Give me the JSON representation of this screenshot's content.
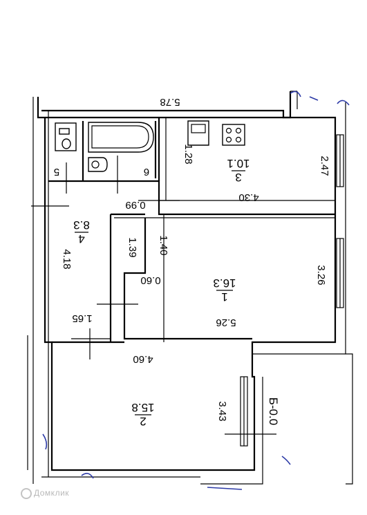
{
  "plan": {
    "rooms": [
      {
        "id": "room-1",
        "number": "1",
        "area": "16.3"
      },
      {
        "id": "room-2",
        "number": "2",
        "area": "15.8"
      },
      {
        "id": "room-3",
        "number": "3",
        "area": "10.1"
      },
      {
        "id": "room-4",
        "number": "4",
        "area": "8.3"
      }
    ],
    "small_labels": {
      "bath_5": "5",
      "bath_6": "6"
    },
    "dimensions": {
      "top_width": "5.78",
      "kitchen_height": "1.28",
      "kitchen_right": "2.47",
      "kitchen_bottom": "4.30",
      "doorway_099": "0.99",
      "hall_height": "4.18",
      "corridor_139": "1.39",
      "wall_140": "1.40",
      "niche_060": "0.60",
      "room1_right": "3.26",
      "room1_bottom": "5.26",
      "hall_bottom": "1.65",
      "room2_top": "4.60",
      "room2_right": "3.43"
    },
    "marker": "Б-0.0"
  },
  "watermark": {
    "text": "Домклик"
  }
}
